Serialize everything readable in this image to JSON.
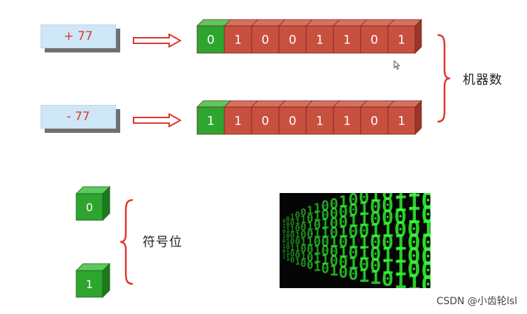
{
  "diagram": {
    "positive_label": "+ 77",
    "negative_label": "- 77",
    "positive_bits": [
      "0",
      "1",
      "0",
      "0",
      "1",
      "1",
      "0",
      "1"
    ],
    "negative_bits": [
      "1",
      "1",
      "0",
      "0",
      "1",
      "1",
      "0",
      "1"
    ],
    "machine_number_label": "机器数",
    "sign_bit_label": "符号位",
    "sign_bit_zero": "0",
    "sign_bit_one": "1"
  },
  "matrix_image": {
    "rows": [
      "0010011001001011001000",
      "1001101000010011001001",
      "0110010100110001011010",
      "1001001101001100101100",
      "0100110010110010001100",
      "1011001001010110011011",
      "0100101100100110010010",
      "1101001010011011001001"
    ]
  },
  "colors": {
    "sign_green": "#2ea52e",
    "bit_red": "#c8503f",
    "label_red": "#e0352b",
    "brace_red": "#e0352b",
    "matrix_green": "#33ff33"
  },
  "watermark": "CSDN @小齿轮lsl"
}
